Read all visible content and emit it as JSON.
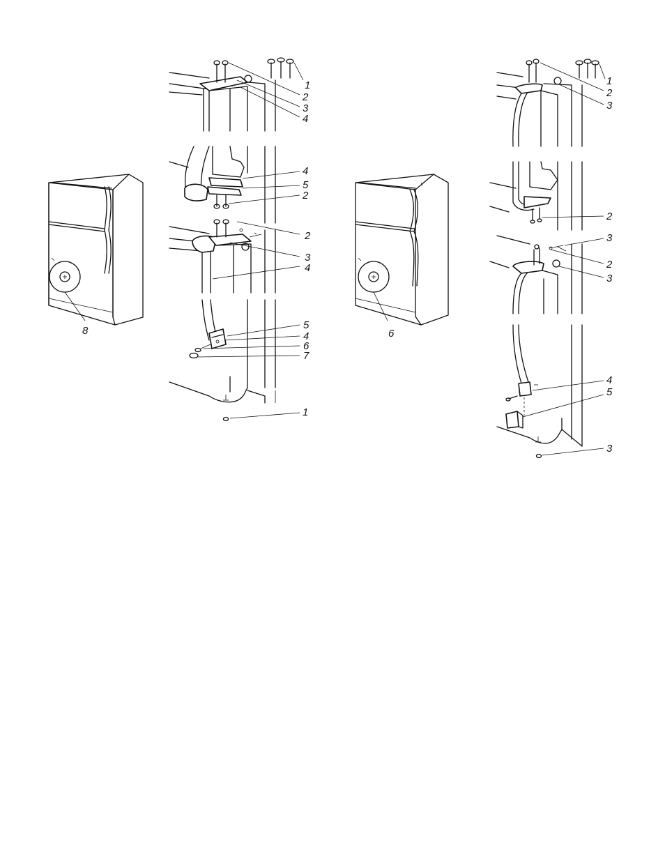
{
  "callouts": {
    "left_fridge": [
      "8"
    ],
    "left_top_hinge": [
      "1",
      "2",
      "3",
      "4"
    ],
    "left_mid_lower": [
      "4",
      "5",
      "2"
    ],
    "left_mid_upper": [
      "2",
      "3",
      "4"
    ],
    "left_bottom_hinge": [
      "5",
      "4",
      "6",
      "7"
    ],
    "left_bottom_plug": [
      "1"
    ],
    "right_fridge": [
      "6"
    ],
    "right_top_hinge": [
      "1",
      "2",
      "3"
    ],
    "right_mid_lower": [
      "2"
    ],
    "right_mid_upper": [
      "3",
      "2",
      "3"
    ],
    "right_bottom_hinge": [
      "4",
      "5"
    ],
    "right_bottom_plug": [
      "3"
    ]
  }
}
